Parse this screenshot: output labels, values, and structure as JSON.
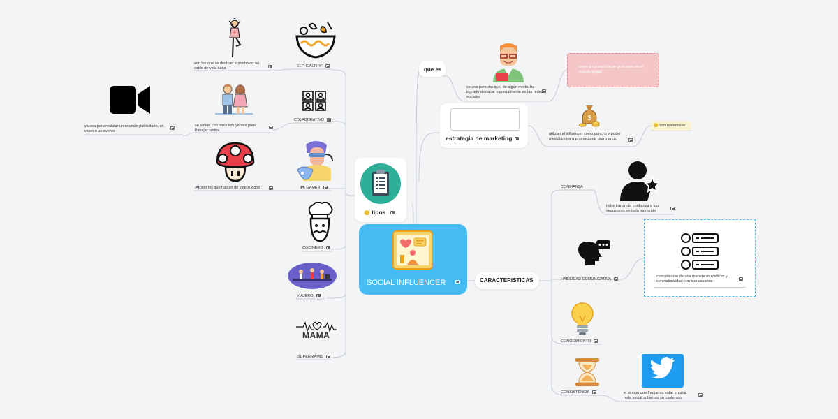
{
  "central": {
    "title": "SOCIAL INFLUENCER",
    "color": "#45bdf4"
  },
  "left": {
    "tipos_label": "tipos",
    "tipos_emoji": "😊",
    "types": [
      {
        "label": "EL \"HEALTHY\"",
        "description": "son los que se dedican a promover un estilo de vida sana",
        "icon": "salad-bowl-icon"
      },
      {
        "label": "COLABORATIVO",
        "description": "se juntan con otros influyentes para trabajar juntos",
        "icon": "collaboration-icon"
      },
      {
        "label": "GAMER",
        "label_emoji": "🎮",
        "description": "son los que hablan de videojuegos",
        "description_emoji": "🎮",
        "icon": "gamer-icon"
      },
      {
        "label": "COCINERO",
        "icon": "chef-icon"
      },
      {
        "label": "VIAJERO",
        "icon": "travel-icon"
      },
      {
        "label": "SUPERMAMIS",
        "icon": "mama-icon",
        "icon_text": "MAMA"
      }
    ],
    "video_note": "ya sea para realizar un anuncio publicitario, un video o un evento"
  },
  "right": {
    "que_es_label": "que es",
    "que_es_description": "es una persona que, de algún modo, ha logrado destacar  especialmente en las redes sociales",
    "pink_note": "tener un presencia de gran peso en el mundo digital",
    "marketing_label": "estrategia de marketing",
    "marketing_description": "utilizan al influencer como  gancho y poder mediático para promocionar una marca.",
    "novedosas": "son novedosas",
    "novedosas_emoji": "😊",
    "caracteristicas_label": "CARACTERISTICAS",
    "features": [
      {
        "label": "CONFIANZA",
        "description": "debe transmitir confianza a sus seguidores en todo momento",
        "icon": "star-person-icon"
      },
      {
        "label": "HABILIDAD COMUNICATIVA",
        "description": "comunicarse de una manera muy eficaz y con naturalidad con sus usuarios",
        "icon": "speaking-head-icon"
      },
      {
        "label": "CONOCIMIENTO",
        "icon": "lightbulb-icon"
      },
      {
        "label": "CONSISTENCIA",
        "description": "el tiempo que frecuenta estar en una rede social subiendo su contenido",
        "icon": "hourglass-icon"
      }
    ]
  },
  "colors": {
    "link": "#c8ccd2",
    "pink_fill": "#f4c6c8",
    "pink_border": "#e0858b",
    "twitter": "#1d9bf0",
    "tipos_icon": "#2fae97"
  }
}
